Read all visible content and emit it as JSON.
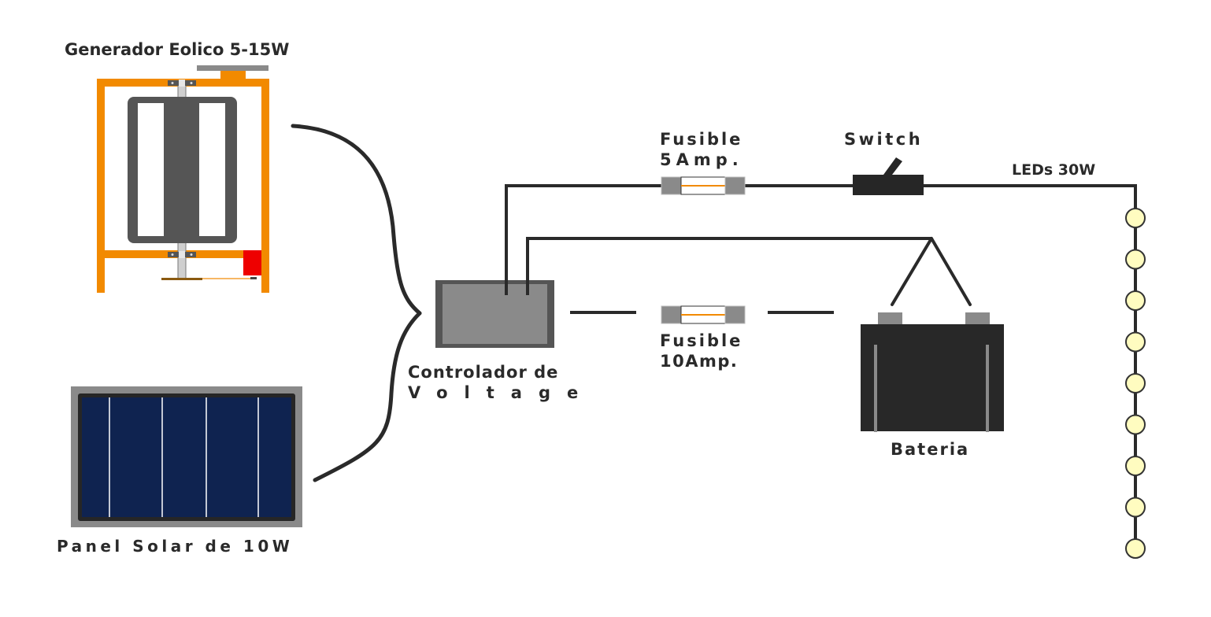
{
  "title": "Sistema hibrido eolico-solar",
  "components": {
    "wind_generator": {
      "label": "Generador Eolico 5-15W"
    },
    "solar_panel": {
      "label": "Panel Solar de 10W",
      "cell_columns": 5
    },
    "controller": {
      "label_line1": "Controlador de",
      "label_line2": "Voltage"
    },
    "fuse_load": {
      "label_line1": "Fusible",
      "label_line2": "5Amp."
    },
    "switch": {
      "label": "Switch"
    },
    "leds": {
      "label": "LEDs 30W",
      "count": 9
    },
    "fuse_battery": {
      "label_line1": "Fusible",
      "label_line2": "10Amp."
    },
    "battery": {
      "label": "Bateria"
    }
  },
  "colors": {
    "frame_orange": "#f28a00",
    "blade_gray": "#555555",
    "wire": "#2a2a2a",
    "solar_cell": "#0f2350",
    "solar_frame": "#8a8a8a",
    "controller_fill": "#8a8a8a",
    "controller_border": "#555555",
    "battery_body": "#282828",
    "terminal": "#8a8a8a",
    "led_fill": "#fffcc0",
    "fuse_wire": "#f28a00",
    "brake_red": "#ee0000"
  }
}
